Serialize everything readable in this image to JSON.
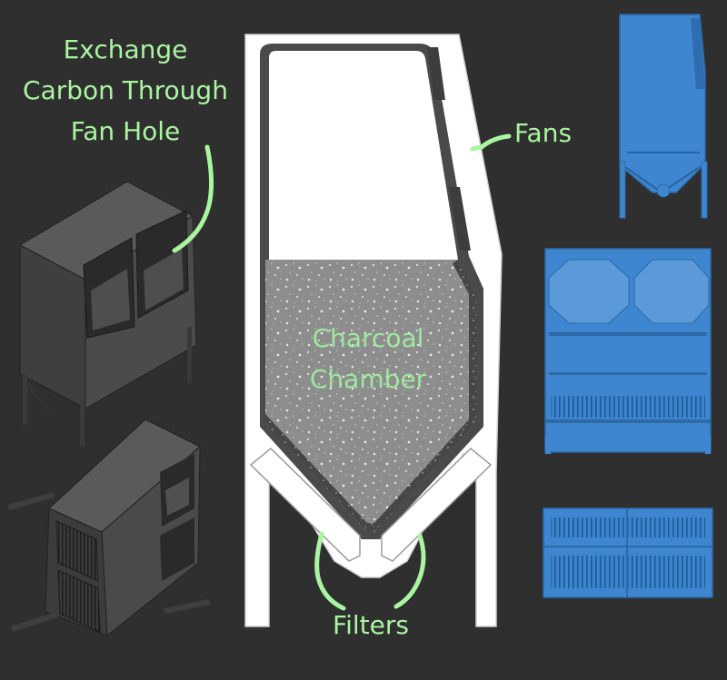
{
  "labels": {
    "exchange": [
      "Exchange",
      "Carbon Through",
      "Fan Hole"
    ],
    "fans": "Fans",
    "charcoal": [
      "Charcoal",
      "Chamber"
    ],
    "filters": "Filters"
  },
  "colors": {
    "background": "#2f2f2f",
    "label_green": "#a9f5a0",
    "model_gray": "#4a4a4a",
    "model_blue": "#3e86cf",
    "charcoal": "#8c8c8c"
  }
}
